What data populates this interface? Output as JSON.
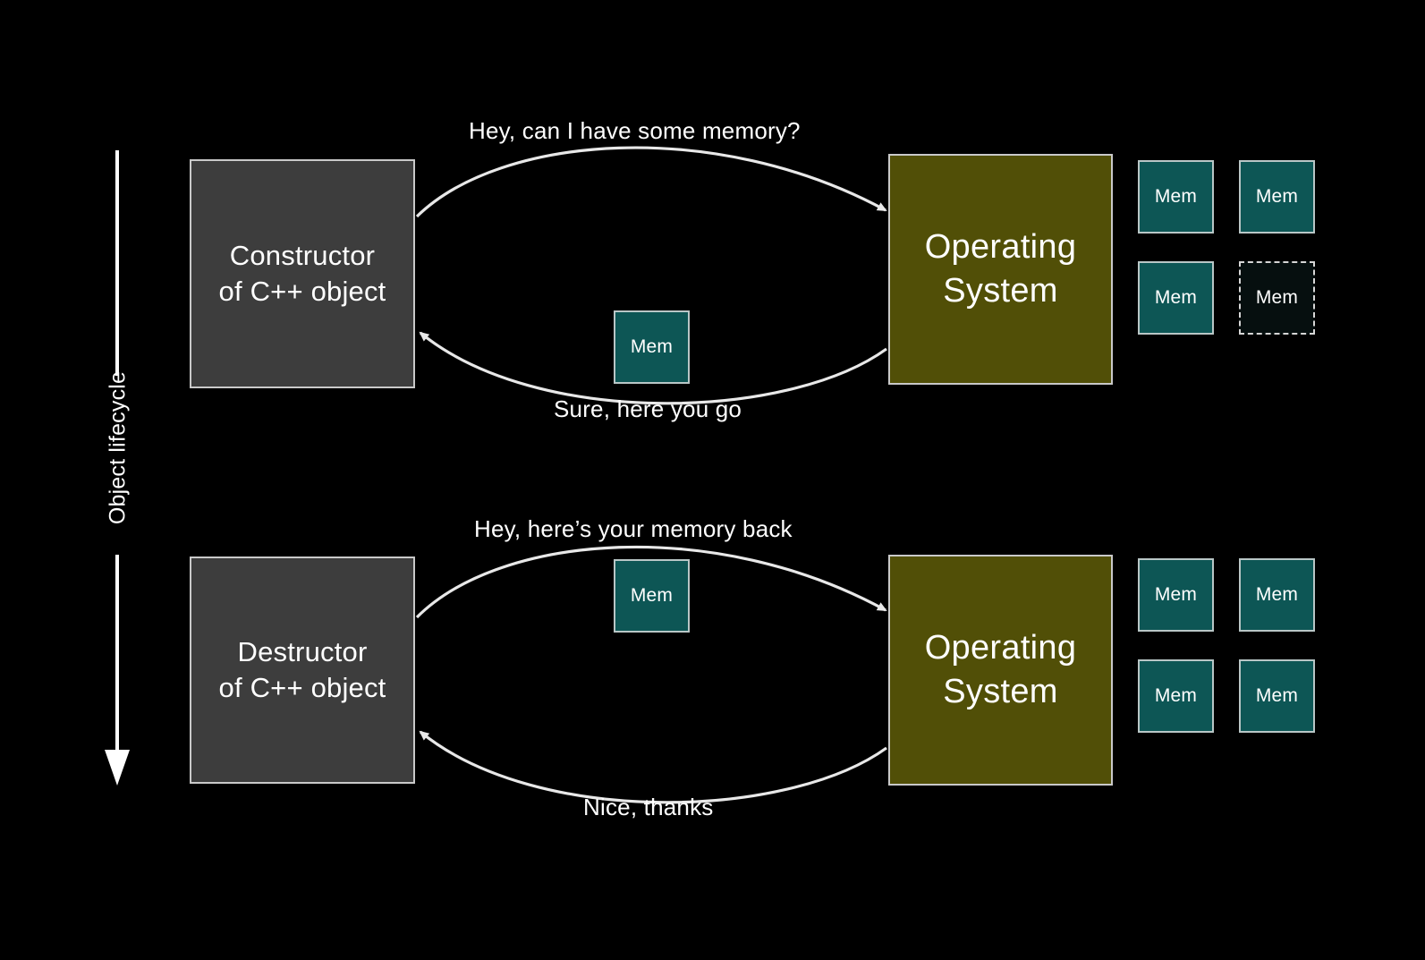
{
  "diagram": {
    "title": "Object lifecycle",
    "background_color": "#000000",
    "axis": {
      "label": "Object lifecycle",
      "direction": "downward",
      "arrow_icon": "down-arrow-icon"
    },
    "colors": {
      "actor_box_fill": "#3d3d3d",
      "actor_box_border": "#c9c9c9",
      "os_box_fill": "#514f07",
      "os_box_border": "#c9c9c9",
      "memory_fill": "#0d5655",
      "memory_border": "#b9c6c6",
      "memory_free_fill": "#060f0f",
      "memory_free_border": "#d6d6d6",
      "text": "#ffffff",
      "arrow": "#e8e8e8"
    },
    "phases": [
      {
        "id": "construction",
        "actor": {
          "line1": "Constructor",
          "line2": "of C++ object"
        },
        "system": {
          "line1": "Operating",
          "line2": "System"
        },
        "request_message": "Hey, can I have some memory?",
        "response_message": "Sure, here you go",
        "transit_memory": {
          "label": "Mem",
          "state": "allocated"
        },
        "memory_pool": [
          {
            "label": "Mem",
            "state": "used"
          },
          {
            "label": "Mem",
            "state": "used"
          },
          {
            "label": "Mem",
            "state": "used"
          },
          {
            "label": "Mem",
            "state": "free"
          }
        ]
      },
      {
        "id": "destruction",
        "actor": {
          "line1": "Destructor",
          "line2": "of C++ object"
        },
        "system": {
          "line1": "Operating",
          "line2": "System"
        },
        "request_message": "Hey, here’s your memory back",
        "response_message": "Nice, thanks",
        "transit_memory": {
          "label": "Mem",
          "state": "returned"
        },
        "memory_pool": [
          {
            "label": "Mem",
            "state": "used"
          },
          {
            "label": "Mem",
            "state": "used"
          },
          {
            "label": "Mem",
            "state": "used"
          },
          {
            "label": "Mem",
            "state": "used"
          }
        ]
      }
    ]
  }
}
